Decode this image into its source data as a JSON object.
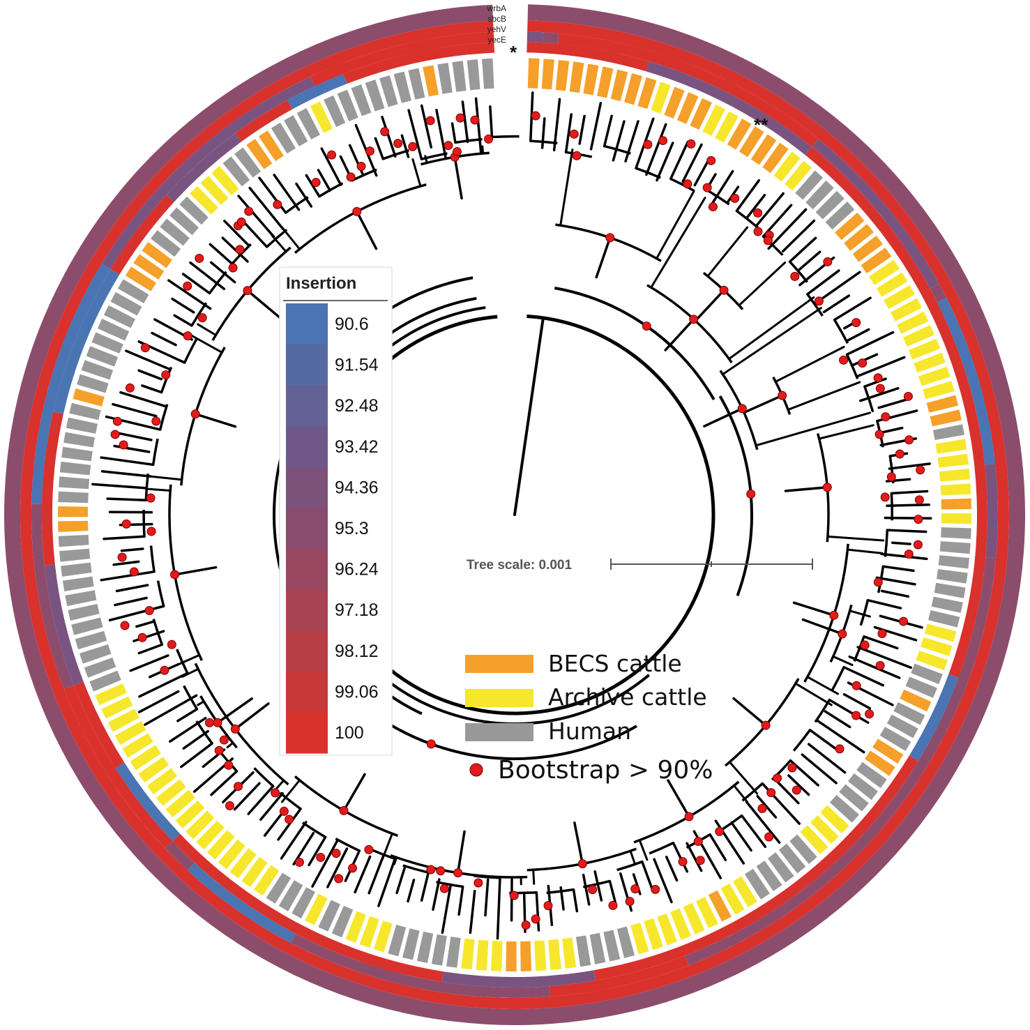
{
  "rings": {
    "labels": [
      "wrbA",
      "sbcB",
      "yehV",
      "yecE"
    ],
    "colors": {
      "high": "#d9312c",
      "mid": "#b8404c",
      "midlow": "#8c4d6c",
      "low": "#7a5480",
      "blue": "#4a74b2"
    }
  },
  "heat_legend": {
    "title": "Insertion",
    "values": [
      "90.6",
      "91.54",
      "92.48",
      "93.42",
      "94.36",
      "95.3",
      "96.24",
      "97.18",
      "98.12",
      "99.06",
      "100"
    ],
    "colors": [
      "#4a74b2",
      "#566aa2",
      "#636196",
      "#6f5889",
      "#7c527b",
      "#8a4c6e",
      "#994760",
      "#a84353",
      "#b73e45",
      "#c63938",
      "#d9312c"
    ]
  },
  "categories": {
    "items": [
      {
        "label": "BECS cattle",
        "color": "#f5a02a"
      },
      {
        "label": "Archive cattle",
        "color": "#f7e72c"
      },
      {
        "label": "Human",
        "color": "#999999"
      }
    ],
    "bootstrap": {
      "label": "Bootstrap > 90%",
      "color": "#e31b1b"
    }
  },
  "tree_scale": {
    "label": "Tree scale: 0.001"
  },
  "asterisks": {
    "first": "*",
    "second": "**"
  }
}
